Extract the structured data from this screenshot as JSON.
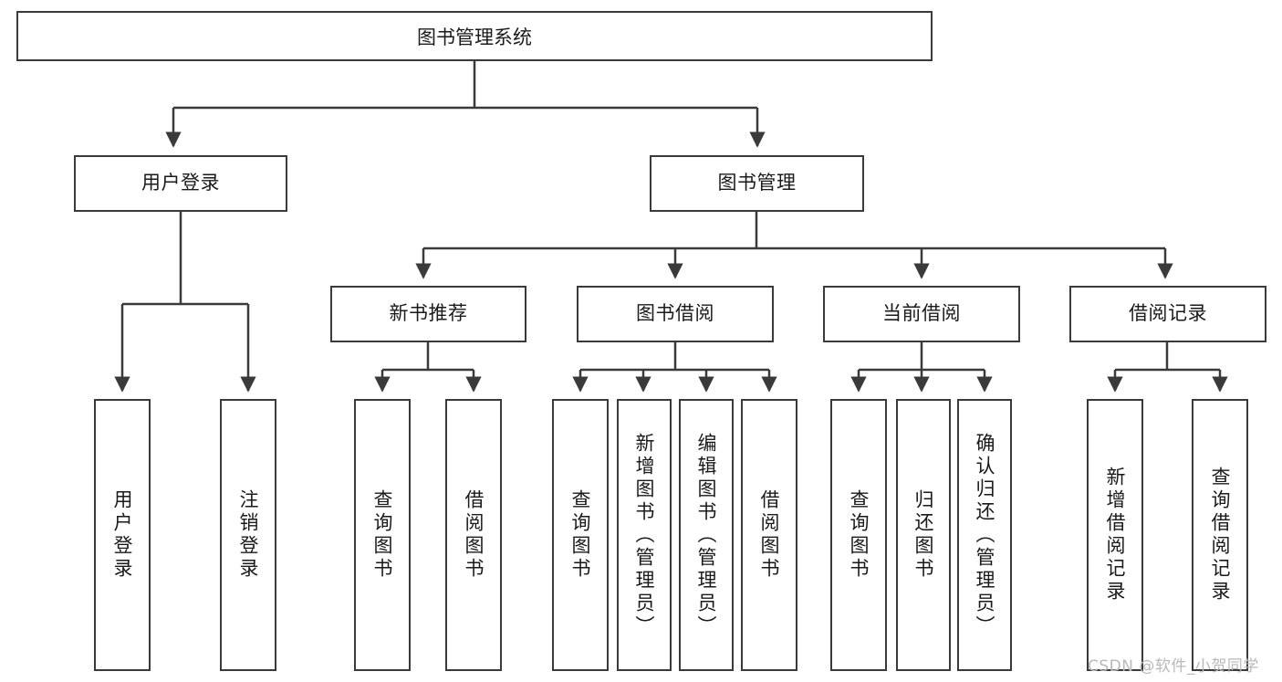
{
  "diagram": {
    "title": "图书管理系统",
    "watermark": "CSDN @软件_小贺同学",
    "colors": {
      "box_border": "#3a3a3a",
      "box_fill": "#ffffff",
      "connector": "#3a3a3a",
      "text": "#1a1a1a",
      "watermark": "#b9b9b9"
    },
    "root": {
      "label": "图书管理系统"
    },
    "level2": [
      {
        "label": "用户登录"
      },
      {
        "label": "图书管理"
      }
    ],
    "level3": [
      {
        "label": "新书推荐"
      },
      {
        "label": "图书借阅"
      },
      {
        "label": "当前借阅"
      },
      {
        "label": "借阅记录"
      }
    ],
    "leaves": {
      "user_login": [
        {
          "label": "用户登录"
        },
        {
          "label": "注销登录"
        }
      ],
      "new_book_recommend": [
        {
          "label": "查询图书"
        },
        {
          "label": "借阅图书"
        }
      ],
      "book_borrow": [
        {
          "label": "查询图书"
        },
        {
          "label": "新增图书（管理员）"
        },
        {
          "label": "编辑图书（管理员）"
        },
        {
          "label": "借阅图书"
        }
      ],
      "current_borrow": [
        {
          "label": "查询图书"
        },
        {
          "label": "归还图书"
        },
        {
          "label": "确认归还（管理员）"
        }
      ],
      "borrow_record": [
        {
          "label": "新增借阅记录"
        },
        {
          "label": "查询借阅记录"
        }
      ]
    }
  }
}
